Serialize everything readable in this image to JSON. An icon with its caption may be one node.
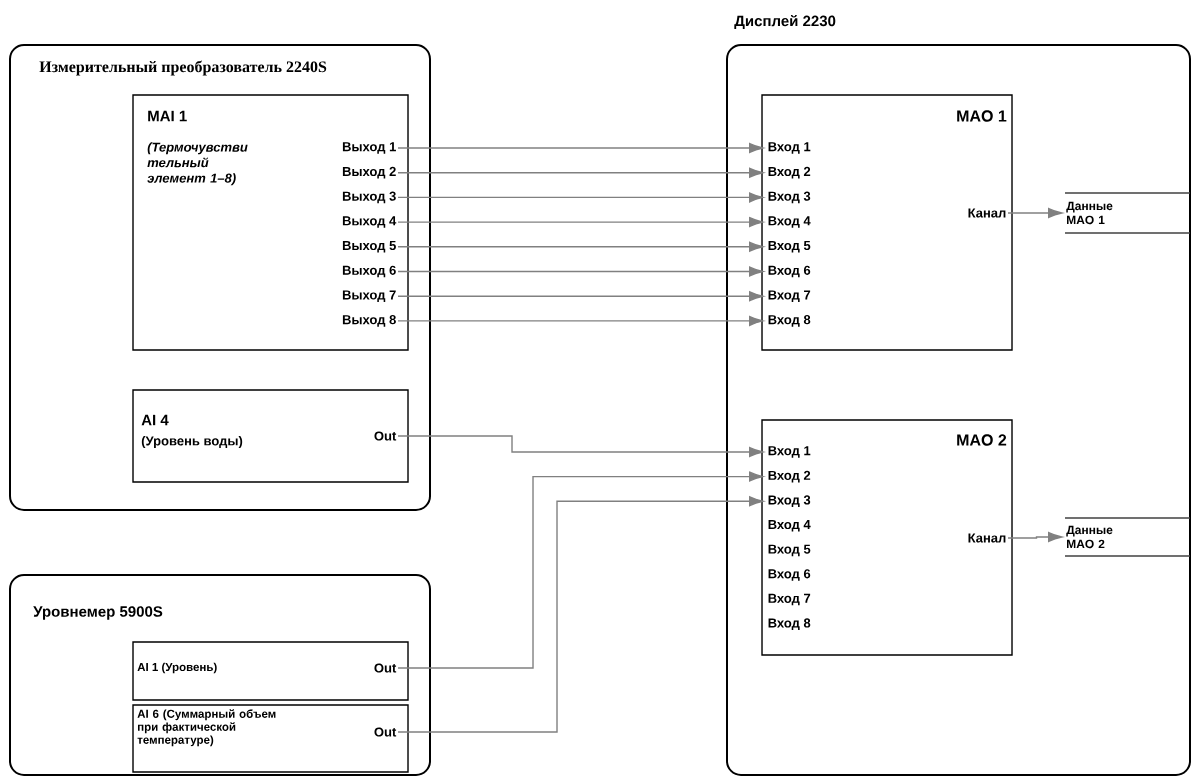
{
  "diagram": {
    "nodes": [
      {
        "text": [
          "Измерительный преобразователь 2240S"
        ]
      },
      {
        "text": [
          "MAI 1",
          "(Термочувстви тельный элемент 1–8)"
        ],
        "in": 0
      },
      {
        "text": [
          "Выход 1"
        ],
        "in": 1
      },
      {
        "text": [
          "Выход 2"
        ],
        "in": 1
      },
      {
        "text": [
          "Выход 3"
        ],
        "in": 1
      },
      {
        "text": [
          "Выход 4"
        ],
        "in": 1
      },
      {
        "text": [
          "Выход 5"
        ],
        "in": 1
      },
      {
        "text": [
          "Выход 6"
        ],
        "in": 1
      },
      {
        "text": [
          "Выход 7"
        ],
        "in": 1
      },
      {
        "text": [
          "Выход 8"
        ],
        "in": 1
      },
      {
        "text": [
          "AI 4",
          "(Уровень воды)"
        ],
        "in": 0
      },
      {
        "text": [
          "Out"
        ],
        "in": 10
      },
      {
        "text": [
          "Уровнемер 5900S"
        ]
      },
      {
        "text": [
          "AI 1 (Уровень)"
        ],
        "in": 12
      },
      {
        "text": [
          "Out"
        ],
        "in": 13
      },
      {
        "text": [
          "AI 6 (Суммарный объем при фактической температуре)"
        ],
        "in": 12
      },
      {
        "text": [
          "Out"
        ],
        "in": 15
      },
      {
        "text": [
          "Дисплей 2230"
        ]
      },
      {
        "text": [
          "MAO 1"
        ],
        "in": 17
      },
      {
        "text": [
          "Вход 1"
        ],
        "in": 18
      },
      {
        "text": [
          "Вход 2"
        ],
        "in": 18
      },
      {
        "text": [
          "Вход 3"
        ],
        "in": 18
      },
      {
        "text": [
          "Вход 4"
        ],
        "in": 18
      },
      {
        "text": [
          "Вход 5"
        ],
        "in": 18
      },
      {
        "text": [
          "Вход 6"
        ],
        "in": 18
      },
      {
        "text": [
          "Вход 7"
        ],
        "in": 18
      },
      {
        "text": [
          "Вход 8"
        ],
        "in": 18
      },
      {
        "text": [
          "Канал"
        ],
        "in": 18
      },
      {
        "text": [
          "Данные MAO 1"
        ],
        "in": 17
      },
      {
        "text": [
          "MAO 2"
        ],
        "in": 17
      },
      {
        "text": [
          "Вход 1"
        ],
        "in": 29
      },
      {
        "text": [
          "Вход 2"
        ],
        "in": 29
      },
      {
        "text": [
          "Вход 3"
        ],
        "in": 29
      },
      {
        "text": [
          "Вход 4"
        ],
        "in": 29
      },
      {
        "text": [
          "Вход 5"
        ],
        "in": 29
      },
      {
        "text": [
          "Вход 6"
        ],
        "in": 29
      },
      {
        "text": [
          "Вход 7"
        ],
        "in": 29
      },
      {
        "text": [
          "Вход 8"
        ],
        "in": 29
      },
      {
        "text": [
          "Канал"
        ],
        "in": 29
      },
      {
        "text": [
          "Данные MAO 2"
        ],
        "in": 17
      }
    ],
    "edges": [
      {
        "from": 2,
        "to": 19,
        "arrow": "to"
      },
      {
        "from": 3,
        "to": 20,
        "arrow": "to"
      },
      {
        "from": 4,
        "to": 21,
        "arrow": "to"
      },
      {
        "from": 5,
        "to": 22,
        "arrow": "to"
      },
      {
        "from": 6,
        "to": 23,
        "arrow": "to"
      },
      {
        "from": 7,
        "to": 24,
        "arrow": "to"
      },
      {
        "from": 8,
        "to": 25,
        "arrow": "to"
      },
      {
        "from": 9,
        "to": 26,
        "arrow": "to"
      },
      {
        "from": 11,
        "to": 30,
        "arrow": "to"
      },
      {
        "from": 14,
        "to": 31,
        "arrow": "to"
      },
      {
        "from": 16,
        "to": 32,
        "arrow": "to"
      },
      {
        "from": 27,
        "to": 28,
        "arrow": "to"
      },
      {
        "from": 38,
        "to": 39,
        "arrow": "to"
      }
    ]
  }
}
